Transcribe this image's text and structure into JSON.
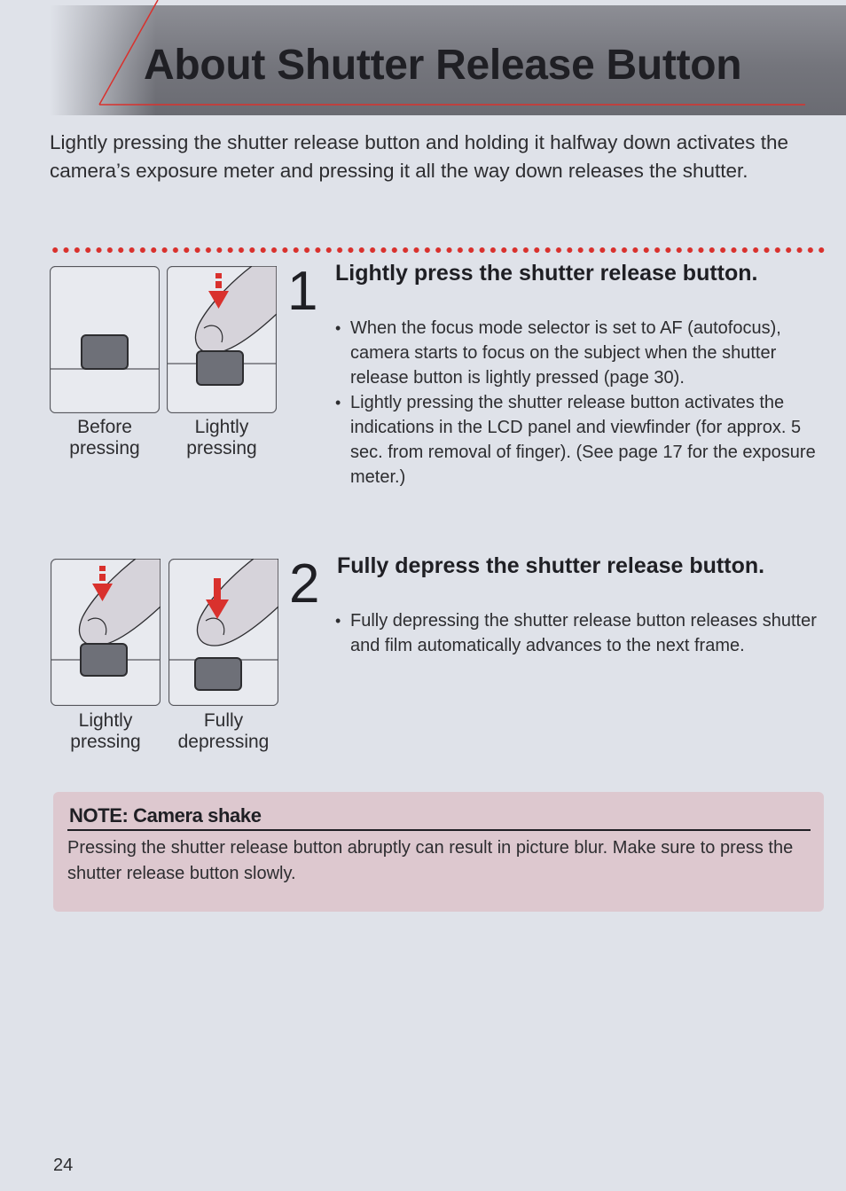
{
  "page": {
    "title": "About Shutter Release Button",
    "intro": "Lightly pressing the shutter release button and holding it halfway down activates the camera’s exposure meter and pressing it all the way down releases the shutter.",
    "page_number": "24"
  },
  "colors": {
    "accent": "#d9312d",
    "header_band": "#74757c",
    "background": "#dfe2e9",
    "note_background": "#ddc8cf",
    "button_fill": "#6e7078"
  },
  "steps": [
    {
      "number": "1",
      "heading": "Lightly press the shutter release button.",
      "bullets": [
        "When the focus mode selector is set to AF (autofocus), camera starts to focus on the subject when the shutter release button is lightly pressed (page 30).",
        "Lightly pressing the shutter release button activates the indications in the LCD panel and viewfinder (for approx. 5 sec. from removal of finger). (See page 17 for the exposure meter.)"
      ],
      "captions": [
        {
          "line1": "Before",
          "line2": "pressing"
        },
        {
          "line1": "Lightly",
          "line2": "pressing"
        }
      ]
    },
    {
      "number": "2",
      "heading": "Fully depress the shutter release button.",
      "bullets": [
        "Fully depressing the shutter release button releases shutter and film automatically advances to the next frame."
      ],
      "captions": [
        {
          "line1": "Lightly",
          "line2": "pressing"
        },
        {
          "line1": "Fully",
          "line2": "depressing"
        }
      ]
    }
  ],
  "note": {
    "title": "NOTE: Camera shake",
    "body": "Pressing the shutter release button abruptly can result in picture blur. Make sure to press the shutter release button slowly."
  },
  "icons": [
    "shutter-button-icon",
    "finger-icon",
    "down-arrow-icon"
  ]
}
